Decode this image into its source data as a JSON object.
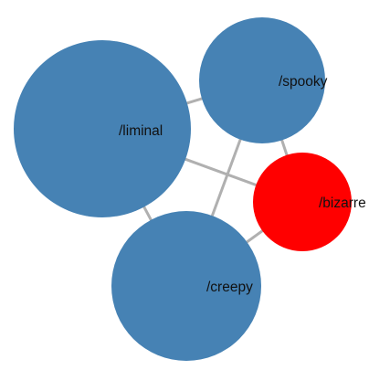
{
  "colors": {
    "default_node": "#4682b4",
    "highlight_node": "#ff0000",
    "edge": "#b0b0b0"
  },
  "nodes": [
    {
      "id": "liminal",
      "label": "/liminal",
      "highlighted": false
    },
    {
      "id": "spooky",
      "label": "/spooky",
      "highlighted": false
    },
    {
      "id": "bizarre",
      "label": "/bizarre",
      "highlighted": true
    },
    {
      "id": "creepy",
      "label": "/creepy",
      "highlighted": false
    }
  ],
  "edges": [
    {
      "source": "liminal",
      "target": "spooky"
    },
    {
      "source": "liminal",
      "target": "bizarre"
    },
    {
      "source": "liminal",
      "target": "creepy"
    },
    {
      "source": "spooky",
      "target": "bizarre"
    },
    {
      "source": "spooky",
      "target": "creepy"
    },
    {
      "source": "bizarre",
      "target": "creepy"
    }
  ]
}
